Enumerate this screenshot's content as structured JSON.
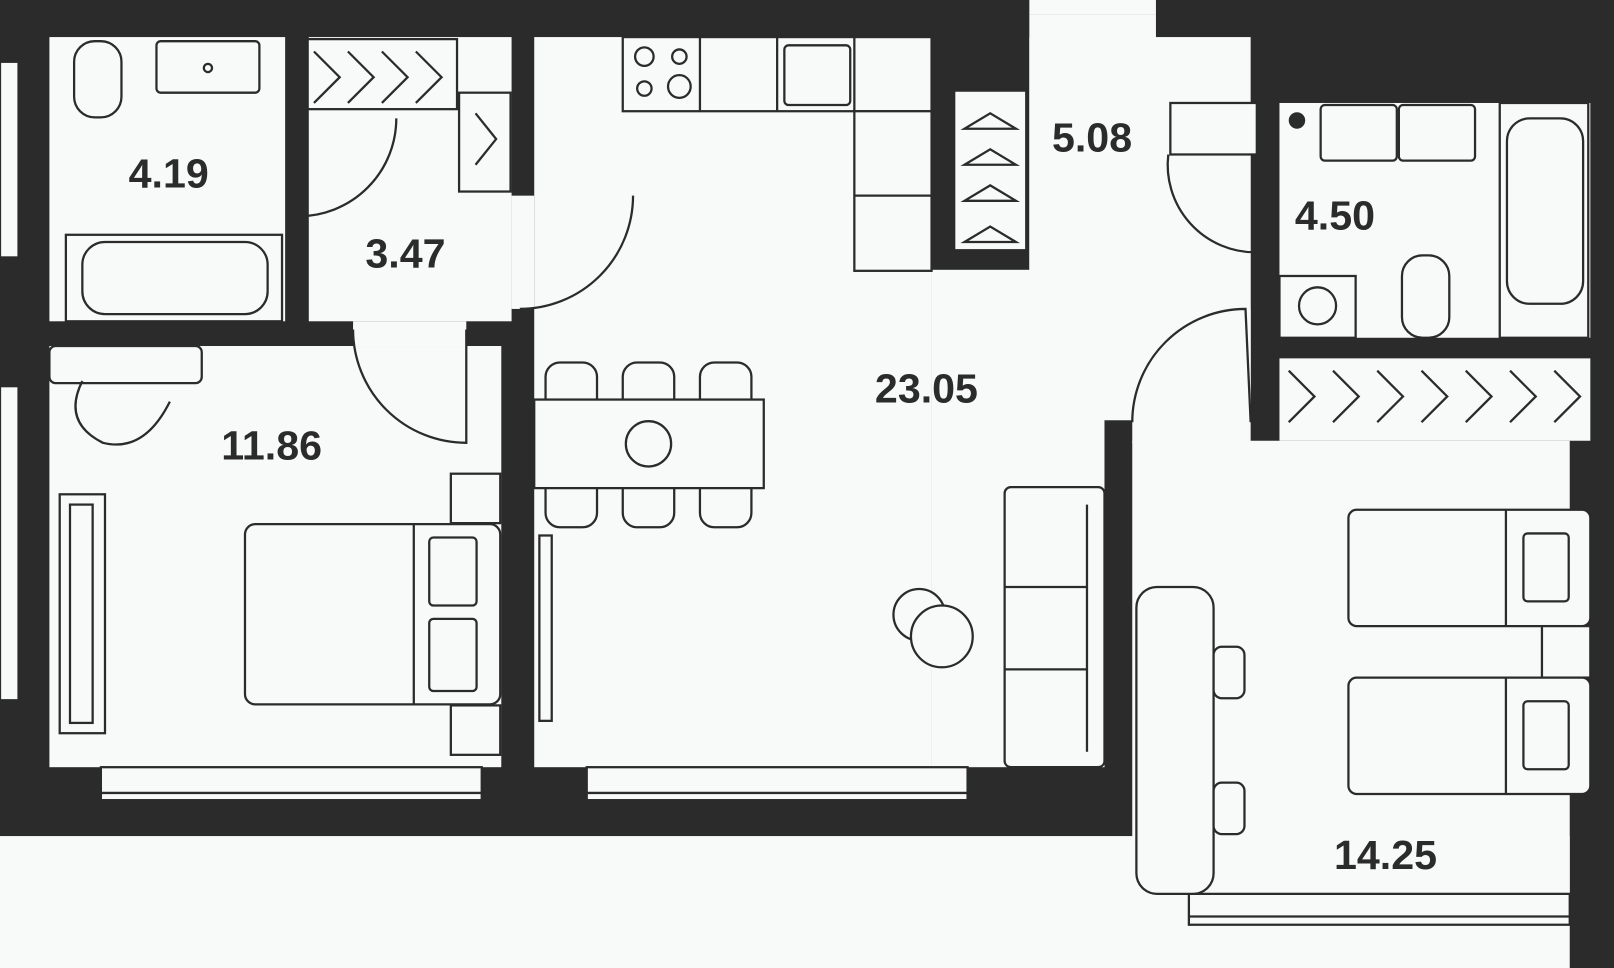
{
  "plan": {
    "colors": {
      "wall": "#2b2b2b",
      "floor": "#f8f9f9"
    },
    "rooms": [
      {
        "id": "bathroom-1",
        "area": "4.19"
      },
      {
        "id": "hallway",
        "area": "3.47"
      },
      {
        "id": "entrance-hall",
        "area": "5.08"
      },
      {
        "id": "bathroom-2",
        "area": "4.50"
      },
      {
        "id": "kitchen-living",
        "area": "23.05"
      },
      {
        "id": "bedroom-1",
        "area": "11.86"
      },
      {
        "id": "bedroom-2",
        "area": "14.25"
      }
    ]
  }
}
